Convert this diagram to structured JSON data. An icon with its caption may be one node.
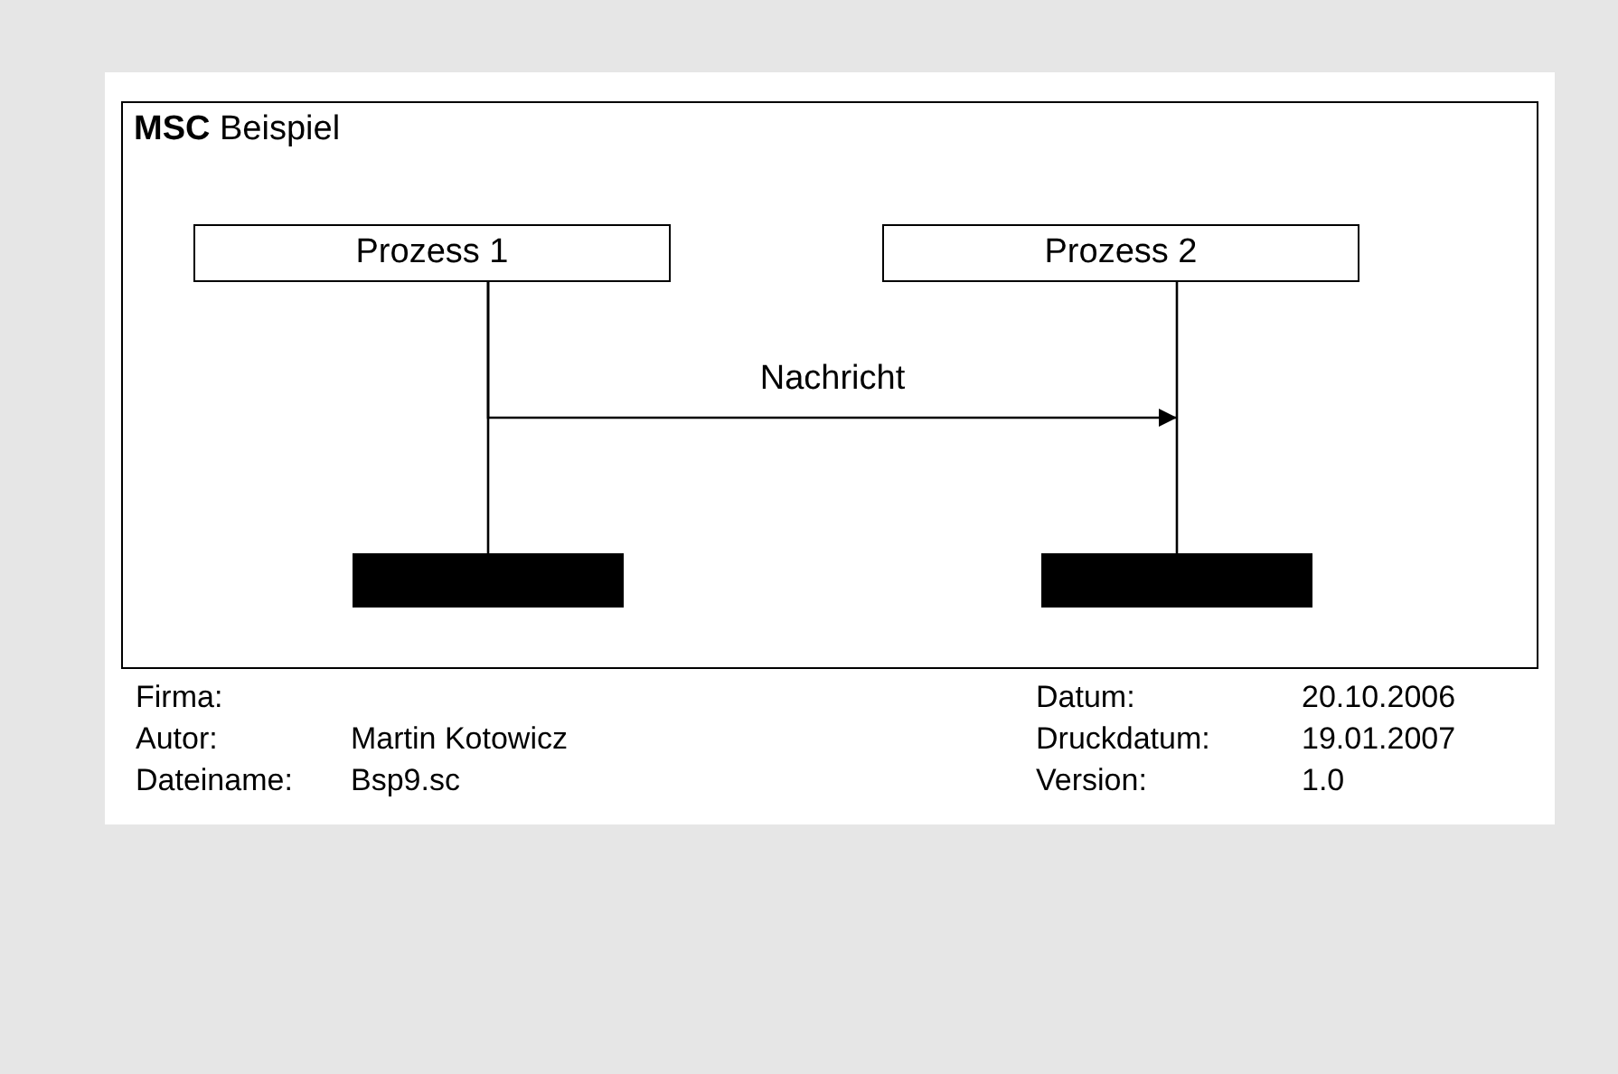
{
  "diagram": {
    "nodes": [
      {
        "text": [
          "**MSC** Beispiel"
        ]
      },
      {
        "text": [
          "Prozess 1"
        ],
        "in": 0
      },
      {
        "text": [
          "Prozess 2"
        ],
        "in": 0
      },
      {
        "text": [],
        "shape": "bar",
        "in": 0
      },
      {
        "text": [],
        "shape": "bar",
        "in": 0
      }
    ],
    "edges": [
      {
        "from": 1,
        "to": 3,
        "arrow": "none"
      },
      {
        "from": 2,
        "to": 4,
        "arrow": "none"
      },
      {
        "from": 1,
        "to": 2,
        "arrow": "to",
        "label": "Nachricht"
      }
    ],
    "labels": [
      "Firma:",
      "Datum:",
      "20.10.2006",
      "Autor:",
      "Martin Kotowicz",
      "Druckdatum:",
      "19.01.2007",
      "Dateiname:",
      "Bsp9.sc",
      "Version:",
      "1.0"
    ]
  }
}
